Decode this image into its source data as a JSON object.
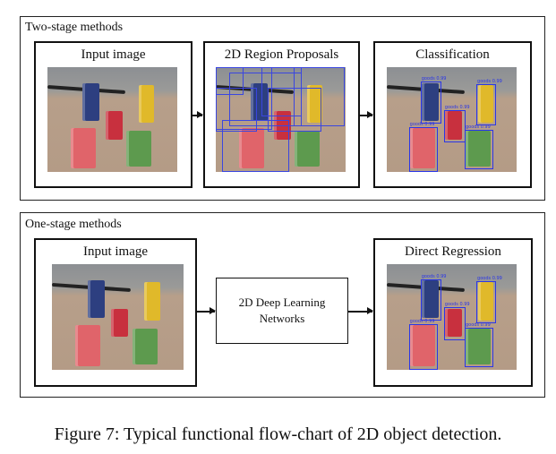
{
  "two_stage": {
    "title": "Two-stage methods",
    "panels": [
      "Input image",
      "2D Region Proposals",
      "Classification"
    ]
  },
  "one_stage": {
    "title": "One-stage methods",
    "panels": [
      "Input image",
      "Direct Regression"
    ],
    "network": [
      "2D Deep Learning",
      "Networks"
    ]
  },
  "detection_label": "goods 0.99",
  "caption": "Figure 7: Typical functional flow-chart of 2D object detection.",
  "colors": {
    "box": "#2a36e8"
  }
}
